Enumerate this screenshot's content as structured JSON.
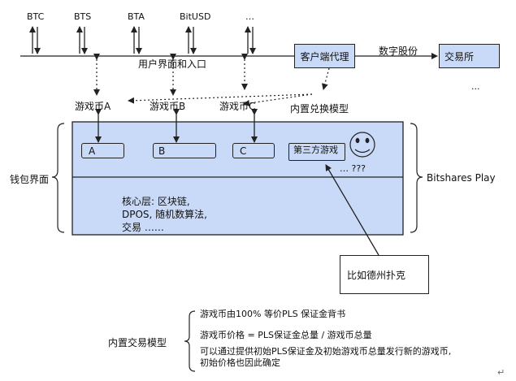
{
  "currencies": [
    "BTC",
    "BTS",
    "BTA",
    "BitUSD",
    "…"
  ],
  "ui_entry_label": "用户界面和入口",
  "client_proxy_label": "客户端代理",
  "digital_shares_label": "数字股份",
  "exchange_label": "交易所",
  "exchange_more": "...",
  "game_coins": [
    "游戏币A",
    "游戏币B",
    "游戏币C"
  ],
  "builtin_exchange_label": "内置兑换模型",
  "wallet_label": "钱包界面",
  "bitshares_play_label": "Bitshares Play",
  "slots": [
    "A",
    "B",
    "C"
  ],
  "third_party_label": "第三方游戏",
  "ellipsis_q": "… ???",
  "core_text": "核心层: 区块链, DPOS, 随机数算法, 交易 ……",
  "poker_label": "比如德州扑克",
  "model_title": "内置交易模型",
  "model_notes": [
    "游戏币由100% 等价PLS 保证金背书",
    "游戏币价格 = PLS保证金总量 / 游戏币总量",
    "可以通过提供初始PLS保证金及初始游戏币总量发行新的游戏币, 初始价格也因此确定"
  ],
  "return_mark": "↵",
  "colors": {
    "system_fill": "#c9daf8",
    "line": "#222222"
  }
}
